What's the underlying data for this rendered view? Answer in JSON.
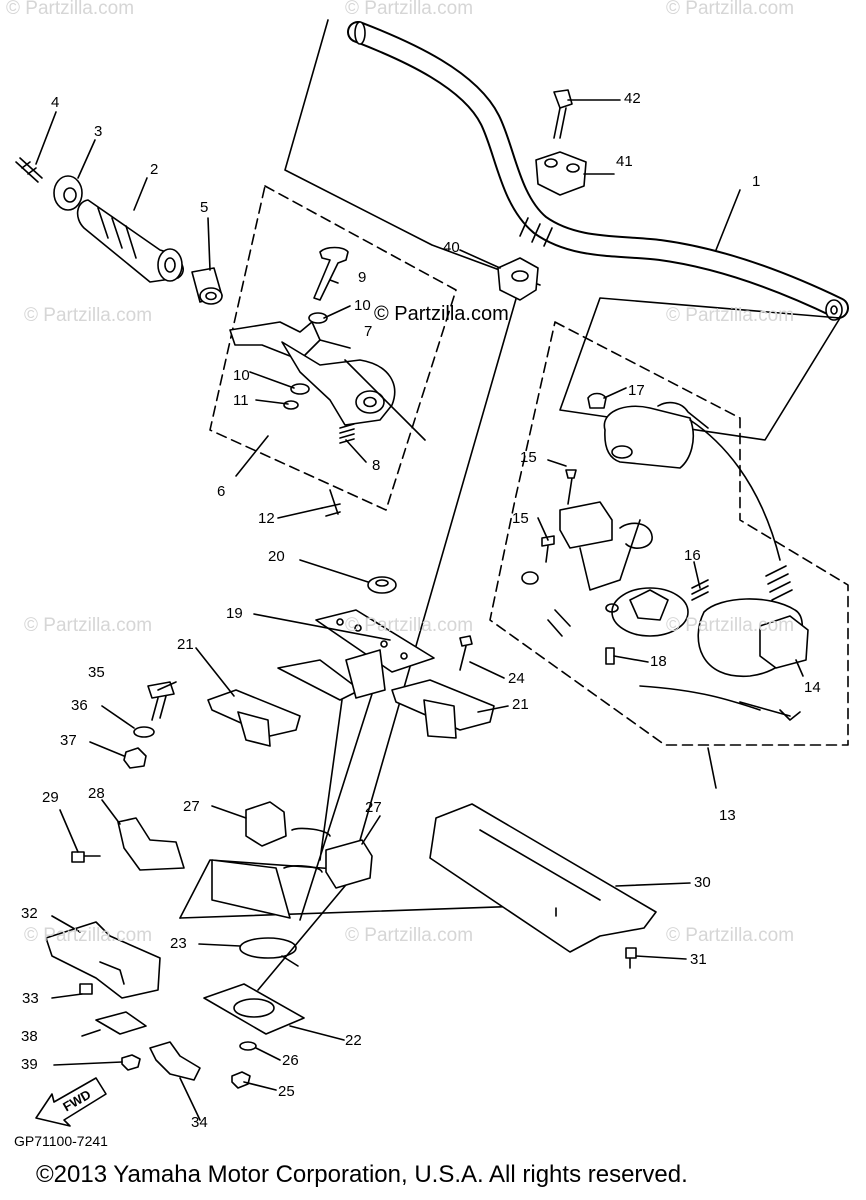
{
  "watermark": "© Partzilla.com",
  "site_label": "© Partzilla.com",
  "callouts": [
    "1",
    "2",
    "3",
    "4",
    "5",
    "6",
    "7",
    "8",
    "9",
    "10",
    "10",
    "11",
    "12",
    "13",
    "14",
    "15",
    "15",
    "16",
    "17",
    "18",
    "19",
    "20",
    "21",
    "21",
    "22",
    "23",
    "24",
    "25",
    "26",
    "27",
    "27",
    "28",
    "29",
    "30",
    "31",
    "32",
    "33",
    "34",
    "35",
    "36",
    "37",
    "38",
    "39",
    "40",
    "41",
    "42"
  ],
  "fwd_label": "FWD",
  "drawing_code": "GP71100-7241",
  "copyright": "©2013  Yamaha Motor Corporation, U.S.A. All rights reserved."
}
